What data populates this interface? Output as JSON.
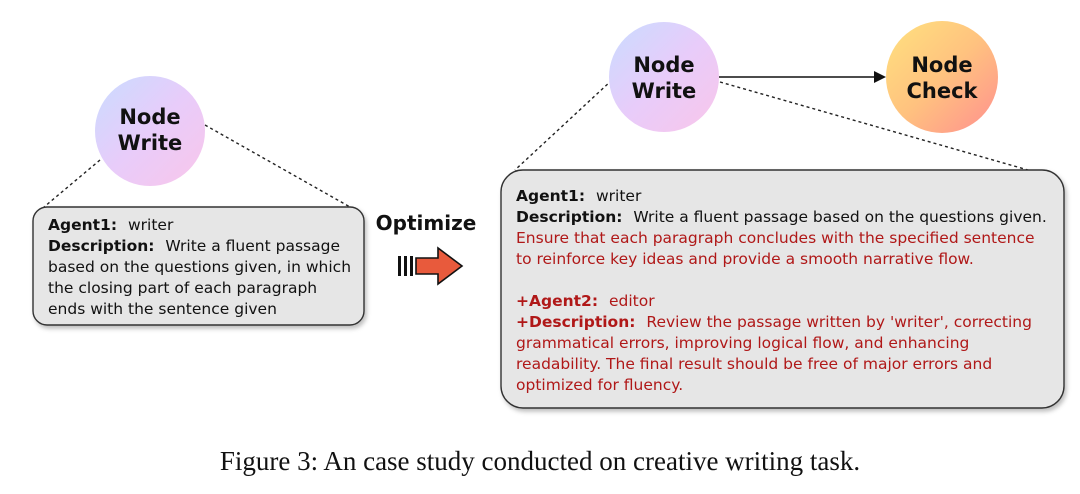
{
  "nodes": {
    "left": {
      "line1": "Node",
      "line2": "Write"
    },
    "right_write": {
      "line1": "Node",
      "line2": "Write"
    },
    "right_check": {
      "line1": "Node",
      "line2": "Check"
    }
  },
  "optimize_label": "Optimize",
  "left_box": {
    "agent_label": "Agent1:",
    "agent_value": "writer",
    "desc_label": "Description:",
    "desc_lines": [
      "Write a fluent passage",
      "based on the questions given, in which",
      "the closing part of each paragraph",
      "ends with the sentence given"
    ]
  },
  "right_box": {
    "agent1_label": "Agent1:",
    "agent1_value": "writer",
    "desc1_label": "Description:",
    "desc1_first": "Write a fluent passage based on the questions given.",
    "desc1_red_lines": [
      "Ensure that each paragraph concludes with the specified sentence",
      "to reinforce key ideas and provide a smooth narrative flow."
    ],
    "agent2_label": "+Agent2:",
    "agent2_value": "editor",
    "desc2_label": "+Description:",
    "desc2_first": "Review the passage written by 'writer', correcting",
    "desc2_lines": [
      "grammatical errors, improving logical flow, and enhancing",
      "readability. The final result should be free of major errors and",
      "optimized for fluency."
    ]
  },
  "caption": "Figure 3: An case study conducted on creative writing task.",
  "colors": {
    "write_node_start": "#f7c8ee",
    "write_node_end": "#c8dcff",
    "check_node_start": "#ffd87a",
    "check_node_end": "#ff9a8a",
    "box_fill": "#e6e6e6",
    "box_stroke": "#333333",
    "red_text": "#b01818",
    "arrow_fill": "#e85a3c"
  }
}
